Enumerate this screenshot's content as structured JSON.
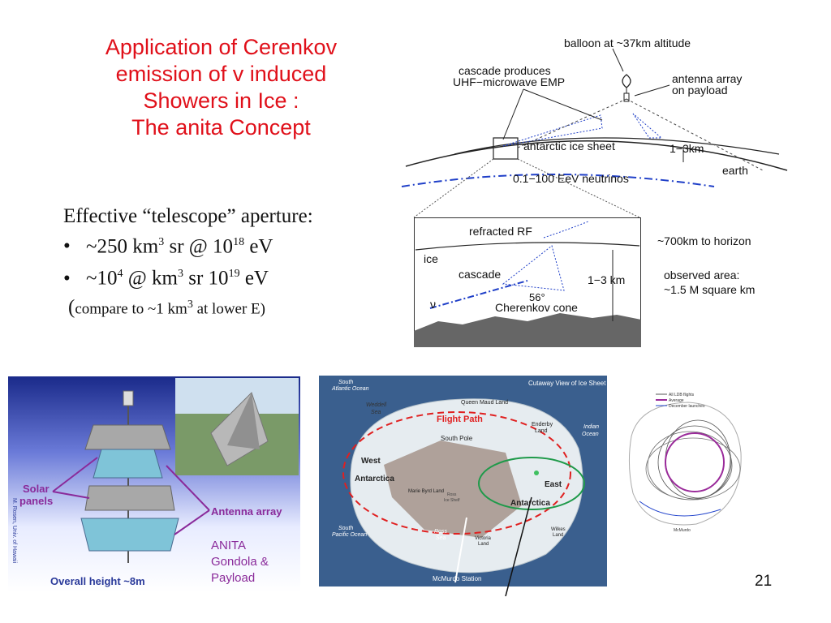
{
  "slide": {
    "title_lines": [
      "Application of Cerenkov",
      "emission of v induced",
      "Showers in Ice  :",
      "The anita Concept"
    ],
    "page_number": "21"
  },
  "aperture": {
    "heading": "Effective “telescope” aperture:",
    "bullet_marker": "•",
    "bullet1": {
      "a": "~250 km",
      "b": "3",
      "c": " sr @ 10",
      "d": "18",
      "e": " eV"
    },
    "bullet2": {
      "a": "~10",
      "b": "4",
      "c": " @ km",
      "d": "3",
      "e": " sr 10",
      "f": "19",
      "g": " eV"
    },
    "compare": {
      "a": "(",
      "b": "compare to ~1 km",
      "c": "3",
      "d": " at lower E)"
    }
  },
  "concept_diagram": {
    "balloon": "balloon at ~37km altitude",
    "cascade1": "cascade produces",
    "cascade2": "UHF−microwave EMP",
    "antenna1": "antenna array",
    "antenna2": "on payload",
    "ice_sheet": "antarctic ice sheet",
    "depth": "1−3km",
    "earth": "earth",
    "neutrinos": "0.1−100 EeV neutrinos"
  },
  "inset": {
    "refracted": "refracted RF",
    "ice": "ice",
    "cascade": "cascade",
    "nu": "ν",
    "angle": "56°",
    "cone": "Cherenkov cone",
    "depth": "1−3 km"
  },
  "horizon": {
    "line1": "~700km to horizon",
    "line2": "observed area:",
    "line3": "~1.5 M square km"
  },
  "gondola": {
    "solar1": "Solar",
    "solar2": "panels",
    "antenna": "Antenna array",
    "anita1": "ANITA",
    "anita2": "Gondola &",
    "anita3": "Payload",
    "height": "Overall height ~8m",
    "credit": "M. Rosen, Univ. of Hawaii"
  },
  "map": {
    "cutaway": "Cutaway View of Ice Sheet",
    "s_atlantic1": "South",
    "s_atlantic2": "Atlantic Ocean",
    "weddell1": "Weddell",
    "weddell2": "Sea",
    "queen_maud": "Queen Maud Land",
    "flight_path": "Flight Path",
    "south_pole": "South Pole",
    "enderby1": "Enderby",
    "enderby2": "Land",
    "indian1": "Indian",
    "indian2": "Ocean",
    "west": "West",
    "antarctica_w": "Antarctica",
    "marie_byrd": "Marie Byrd Land",
    "east": "East",
    "antarctica_e": "Antarctica",
    "ross_shelf1": "Ross",
    "ross_shelf2": "Ice Shelf",
    "ross_sea1": "Ross",
    "ross_sea2": "Sea",
    "victoria1": "Victoria",
    "victoria2": "Land",
    "wilkes1": "Wilkes",
    "wilkes2": "Land",
    "s_pacific1": "South",
    "s_pacific2": "Pacific Ocean",
    "mcmurdo": "McMurdo Station"
  },
  "flights": {
    "legend1": "All LDB flights",
    "legend2": "Average",
    "legend3": "December launches",
    "mcmurdo": "McMurdo",
    "colors": {
      "average": "#9a2b9a",
      "december": "#2244cc",
      "all": "#555555"
    }
  },
  "colors": {
    "title": "#e0101a",
    "beam": "#1f3fc8",
    "flight_path": "#e02020",
    "ellipse": "#1f9a4a"
  }
}
